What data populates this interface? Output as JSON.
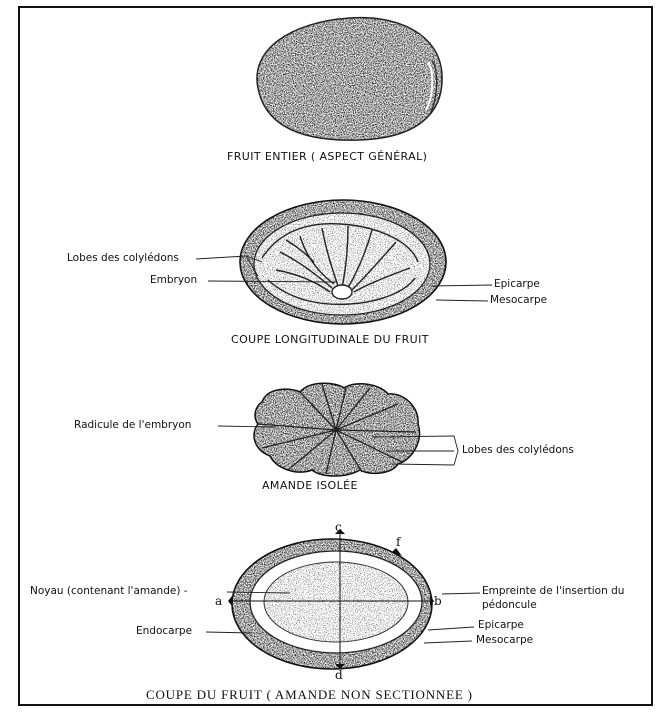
{
  "figures": {
    "whole": {
      "caption": "FRUIT ENTIER ( ASPECT GÉNÉRAL)"
    },
    "longitudinal": {
      "caption": "COUPE LONGITUDINALE DU FRUIT",
      "labels": {
        "cotyledon_lobes": "Lobes des colylédons",
        "embryo": "Embryon",
        "epicarp": "Epicarpe",
        "mesocarp": "Mesocarpe"
      }
    },
    "kernel": {
      "caption": "AMANDE ISOLÉE",
      "labels": {
        "radicle": "Radicule de l'embryon",
        "cotyledon_lobes": "Lobes des colylédons"
      }
    },
    "section": {
      "caption": "COUPE DU FRUIT ( AMANDE NON SECTIONNEE )",
      "labels": {
        "stone": "Noyau (contenant l'amande) -",
        "endocarp": "Endocarpe",
        "imprint": "Empreinte de l'insertion du",
        "imprint2": "pédoncule",
        "epicarp": "Epicarpe",
        "mesocarp": "Mesocarpe"
      },
      "letters": {
        "a": "a",
        "b": "b",
        "c": "c",
        "d": "d",
        "f": "f"
      }
    }
  }
}
